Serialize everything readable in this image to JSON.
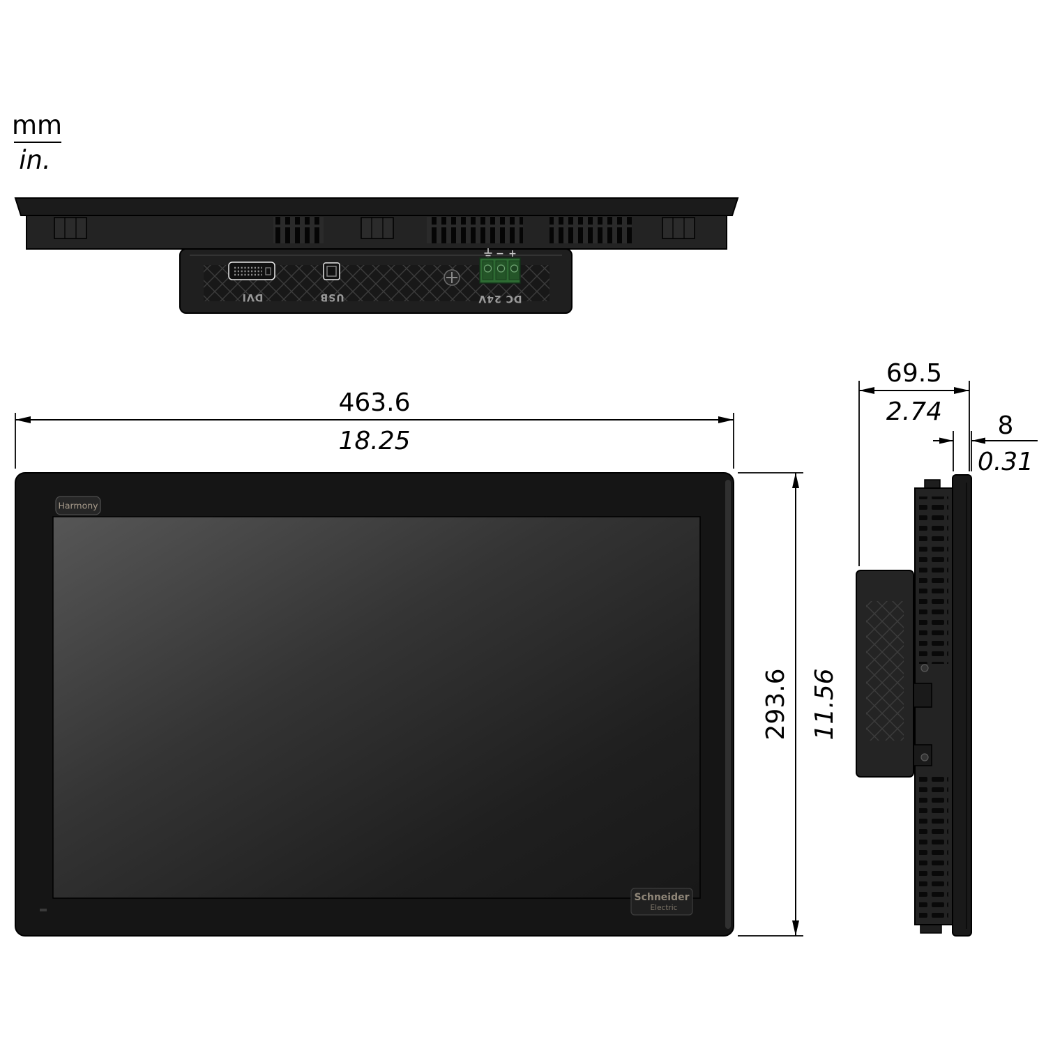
{
  "unit_legend": {
    "primary": "mm",
    "secondary": "in."
  },
  "dimensions": {
    "width": {
      "mm": "463.6",
      "in": "18.25"
    },
    "height": {
      "mm": "293.6",
      "in": "11.56"
    },
    "depth": {
      "mm": "69.5",
      "in": "2.74"
    },
    "bezel": {
      "mm": "8",
      "in": "0.31"
    }
  },
  "bottom_view": {
    "ports": {
      "dvi": "DVI",
      "usb": "USB",
      "power": "DC 24V"
    },
    "terminal_marks": {
      "minus": "−",
      "plus": "+"
    }
  },
  "front_view": {
    "brand_badge": "Harmony",
    "logo": {
      "line1": "Schneider",
      "line2": "Electric"
    }
  },
  "colors": {
    "background": "#ffffff",
    "line": "#000000",
    "device_dark": "#1b1b1b",
    "screen_highlight": "#545454",
    "terminal_green": "#2e6b33"
  }
}
